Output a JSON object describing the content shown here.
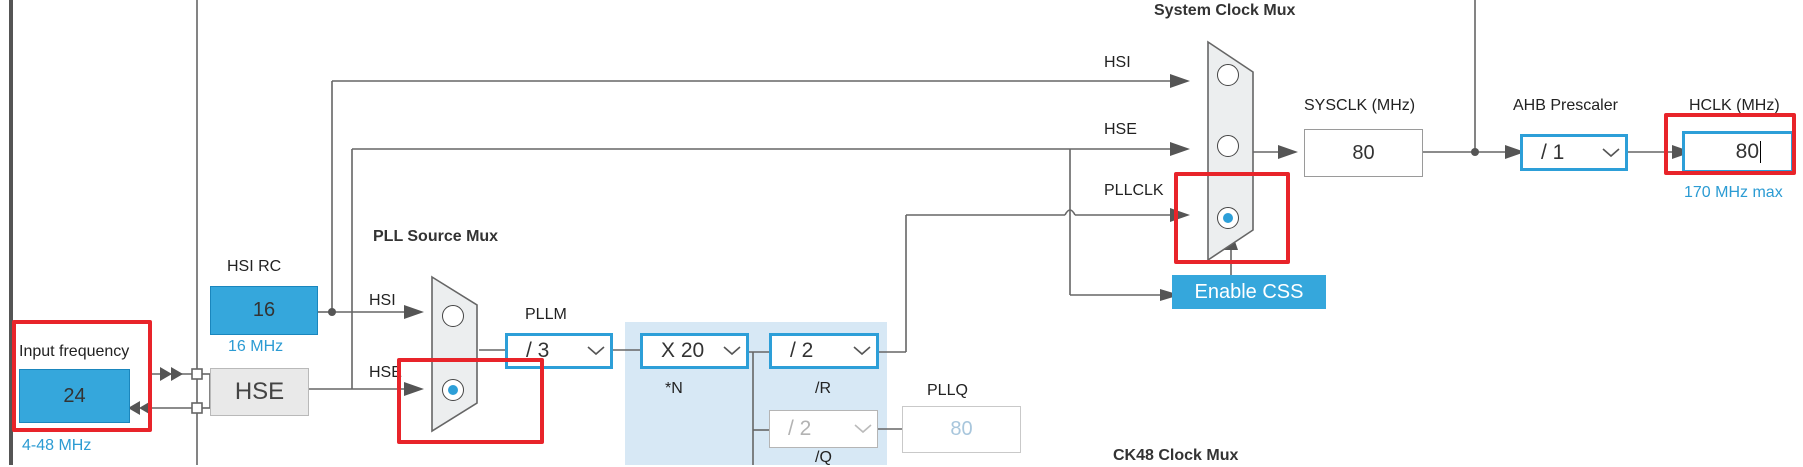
{
  "titles": {
    "system_clock_mux": "System Clock Mux",
    "pll_source_mux": "PLL Source Mux",
    "ck48_clock_mux": "CK48 Clock Mux"
  },
  "labels": {
    "hsi_rc": "HSI RC",
    "hsi_rc_freq": "16 MHz",
    "input_frequency": "Input frequency",
    "input_range": "4-48 MHz",
    "hse_block": "HSE",
    "pll_hsi": "HSI",
    "pll_hse": "HSE",
    "mux_hsi": "HSI",
    "mux_hse": "HSE",
    "mux_pllclk": "PLLCLK",
    "pllm": "PLLM",
    "n_label": "*N",
    "r_label": "/R",
    "q_label": "/Q",
    "pllq": "PLLQ",
    "sysclk": "SYSCLK (MHz)",
    "ahb_prescaler": "AHB Prescaler",
    "hclk": "HCLK (MHz)",
    "hclk_max": "170 MHz max"
  },
  "values": {
    "hsi_rc": "16",
    "input_frequency": "24",
    "sysclk": "80",
    "hclk": "80",
    "pllq_value": "80"
  },
  "selects": {
    "pllm": "/ 3",
    "plln": "X 20",
    "pllr": "/ 2",
    "pllq": "/ 2",
    "ahb": "/ 1"
  },
  "buttons": {
    "enable_css": "Enable CSS"
  },
  "radio_state": {
    "system_mux_selected": "PLLCLK",
    "pll_source_selected": "HSE"
  },
  "colors": {
    "accent_blue": "#35a7dc",
    "select_border": "#2d9fd8",
    "highlight_red": "#e8242a",
    "pll_region": "#d7e8f5"
  },
  "icons": {
    "dropdown": "chevron-down-icon",
    "radio": "radio-icon"
  }
}
